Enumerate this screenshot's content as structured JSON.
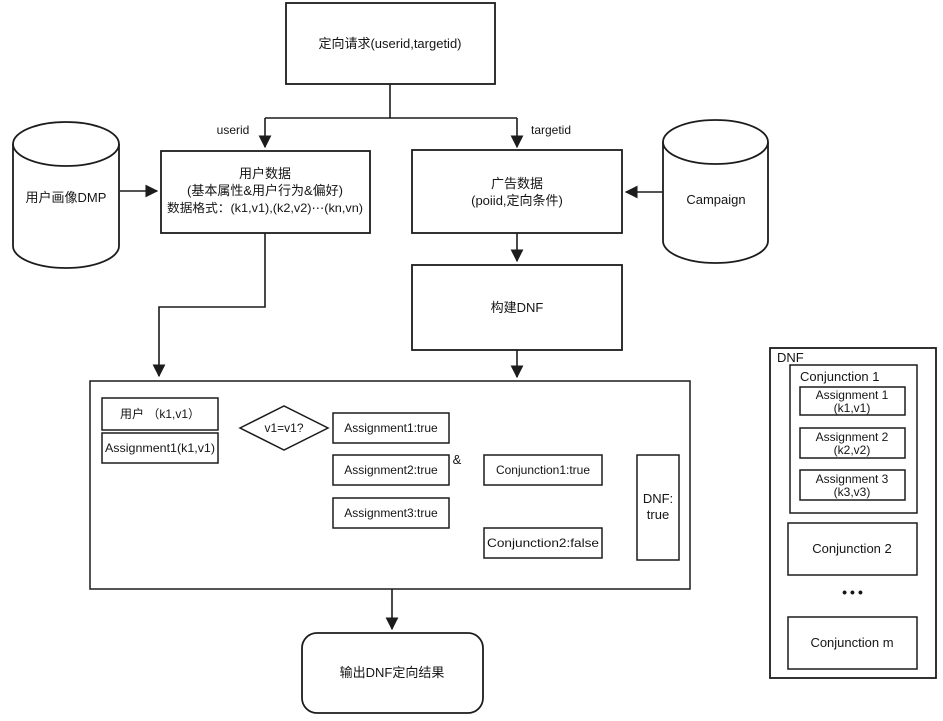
{
  "diagram": {
    "colors": {
      "line": "#1c1c1c",
      "background": "#ffffff"
    },
    "request_box": {
      "label": "定向请求(userid,targetid)"
    },
    "edge_labels": {
      "userid": "userid",
      "targetid": "targetid"
    },
    "dmp_cylinder": {
      "label": "用户画像DMP"
    },
    "campaign_cylinder": {
      "label": "Campaign"
    },
    "user_data_box": {
      "line1": "用户数据",
      "line2": "(基本属性&用户行为&偏好)",
      "line3": "数据格式：(k1,v1),(k2,v2)⋯(kn,vn)"
    },
    "ad_data_box": {
      "line1": "广告数据",
      "line2": "(poiid,定向条件)"
    },
    "build_dnf_box": {
      "label": "构建DNF"
    },
    "evaluation": {
      "user_kv": "用户 （k1,v1）",
      "assignment1_kv": "Assignment1(k1,v1)",
      "condition": "v1=v1?",
      "assignment1_result": "Assignment1:true",
      "assignment2_result": "Assignment2:true",
      "assignment3_result": "Assignment3:true",
      "and_operator": "&",
      "conjunction1_result": "Conjunction1:true",
      "conjunction2_result": "Conjunction2:false",
      "dnf_result_line1": "DNF:",
      "dnf_result_line2": "true"
    },
    "output_box": {
      "label": "输出DNF定向结果"
    },
    "dnf_panel": {
      "title": "DNF",
      "conjunction1_title": "Conjunction 1",
      "assignment1": {
        "line1": "Assignment 1",
        "line2": "(k1,v1)"
      },
      "assignment2": {
        "line1": "Assignment 2",
        "line2": "(k2,v2)"
      },
      "assignment3": {
        "line1": "Assignment 3",
        "line2": "(k3,v3)"
      },
      "conjunction2": "Conjunction 2",
      "ellipsis": "•••",
      "conjunction_m": "Conjunction m"
    }
  }
}
